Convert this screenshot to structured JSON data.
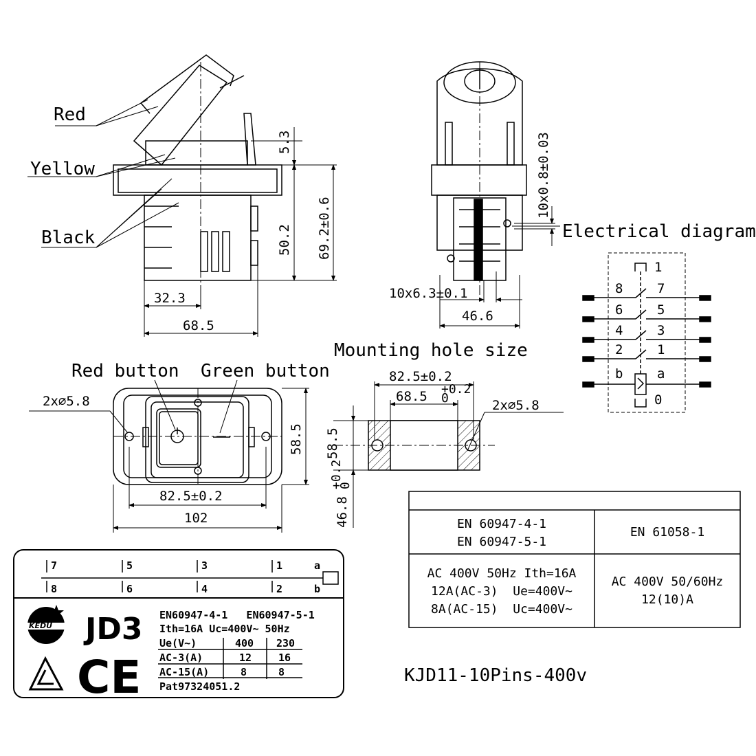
{
  "side_view": {
    "labels": {
      "red": "Red",
      "yellow": "Yellow",
      "black": "Black"
    },
    "dims": {
      "top_gap": "5.3",
      "body_height": "50.2",
      "total_height": "69.2±0.6",
      "offset": "32.3",
      "width": "68.5"
    }
  },
  "front_view": {
    "dims": {
      "pin_height": "10x0.8±0.03",
      "pin_width": "10x6.3±0.1",
      "width": "46.6"
    },
    "label": "Electrical diagram"
  },
  "electrical_diagram": {
    "rows": [
      {
        "left": "8",
        "right": "7"
      },
      {
        "left": "6",
        "right": "5"
      },
      {
        "left": "4",
        "right": "3"
      },
      {
        "left": "2",
        "right": "1"
      },
      {
        "left": "b",
        "right": "a"
      }
    ],
    "top_label": "1",
    "bottom_label": "0"
  },
  "top_view": {
    "labels": {
      "red_button": "Red button",
      "green_button": "Green button"
    },
    "dims": {
      "hole": "2x∅5.8",
      "hole_spacing": "82.5±0.2",
      "width": "102",
      "height": "58.5"
    }
  },
  "mounting": {
    "title": "Mounting hole size",
    "dims": {
      "outer": "82.5±0.2",
      "inner": "68.5",
      "inner_tol": "+0.2",
      "inner_tol_low": "0",
      "hole": "2x∅5.8",
      "height": "58.5",
      "cut_height": "46.8",
      "cut_tol": "+0.2",
      "cut_tol_low": "0"
    }
  },
  "nameplate": {
    "terminals_top": [
      "7",
      "5",
      "3",
      "1",
      "a"
    ],
    "terminals_bottom": [
      "8",
      "6",
      "4",
      "2",
      "b"
    ],
    "brand": "KEDU",
    "model": "JD3",
    "ce": "CE",
    "standards": "EN60947-4-1   EN60947-5-1",
    "ratings": "Ith=16A Uc=400V~ 50Hz",
    "table": [
      [
        "Ue(V~)",
        "400",
        "230"
      ],
      [
        "AC-3(A)",
        "12",
        "16"
      ],
      [
        "AC-15(A)",
        "8",
        "8"
      ]
    ],
    "patent": "Pat97324051.2"
  },
  "spec_table": {
    "left_header_1": "EN 60947-4-1",
    "left_header_2": "EN 60947-5-1",
    "right_header": "EN 61058-1",
    "left_body_1": "AC 400V 50Hz Ith=16A",
    "left_body_2": "12A(AC-3)  Ue=400V~",
    "left_body_3": "8A(AC-15)  Uc=400V~",
    "right_body_1": "AC 400V 50/60Hz",
    "right_body_2": "12(10)A"
  },
  "model_name": "KJD11-10Pins-400v"
}
